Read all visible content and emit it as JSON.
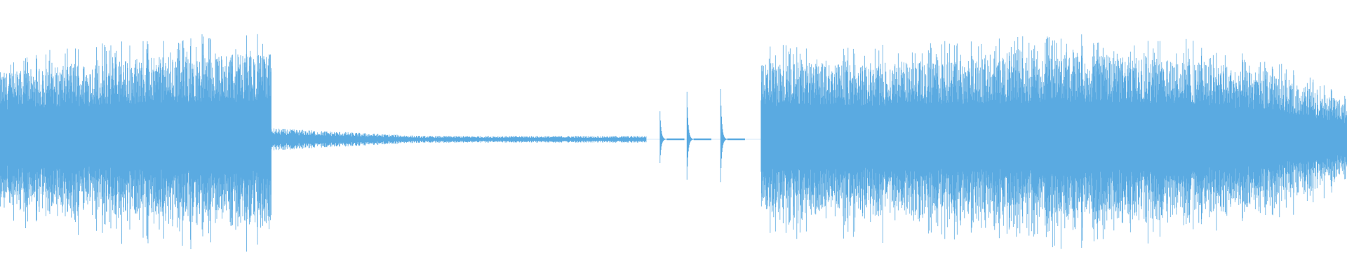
{
  "waveform": {
    "color": "#5aaae1",
    "background": "#ffffff",
    "segments": [
      {
        "kind": "dense",
        "from": 0.0,
        "to": 0.2015,
        "envelope": [
          [
            0.0,
            0.3
          ],
          [
            0.05,
            0.33
          ],
          [
            0.1,
            0.36
          ],
          [
            0.15,
            0.38
          ],
          [
            0.2,
            0.38
          ]
        ]
      },
      {
        "kind": "decay",
        "from": 0.2015,
        "to": 0.48,
        "start": 0.04,
        "end": 0.012
      },
      {
        "kind": "silence",
        "from": 0.48,
        "to": 0.489
      },
      {
        "kind": "spike",
        "at": 0.49,
        "amp": 0.1
      },
      {
        "kind": "spike",
        "at": 0.51,
        "amp": 0.17
      },
      {
        "kind": "spike",
        "at": 0.535,
        "amp": 0.18
      },
      {
        "kind": "dense",
        "from": 0.565,
        "to": 1.0,
        "envelope": [
          [
            0.565,
            0.34
          ],
          [
            0.65,
            0.34
          ],
          [
            0.72,
            0.36
          ],
          [
            0.8,
            0.38
          ],
          [
            0.88,
            0.36
          ],
          [
            0.95,
            0.28
          ],
          [
            1.0,
            0.16
          ]
        ]
      }
    ]
  }
}
